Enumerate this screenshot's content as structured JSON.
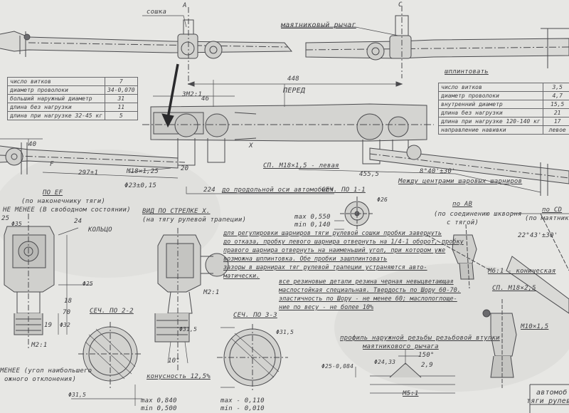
{
  "labels": {
    "soshka": "сошка",
    "a_top": "А",
    "c_top": "С",
    "pendulum_lever": "маятниковый рычаг",
    "splint": "шплинтовать",
    "front": "ПЕРЕД",
    "dim_448": "448",
    "dim_3m2": "3М2:1",
    "dim_46": "46",
    "dim_40_left": "40",
    "dim_297": "297±1",
    "dim_m18": "М18×1,25",
    "dim_23": "Φ23±0,15",
    "dim_20": "20",
    "f_mark": "F",
    "x_mark": "X",
    "sp_m18": "СП. М18×1,5 - левая",
    "dim_455": "455,5",
    "angle_8": "8°40'±30'",
    "between_centers": "Между центрами шаровых шарниров",
    "axis_224": "224",
    "long_axis": "до продольной оси автомобиля",
    "sec_11": "СЕЧ. ПО 1-1",
    "dim_26": "Φ26",
    "ef_title": "ПО EF",
    "ef_sub": "(по наконечнику тяги)",
    "not_less_free": "НЕ МЕНЕЕ (В свободном состоянии)",
    "dim_25_sp": "25",
    "dim_35": "Φ35",
    "dim_24": "24",
    "ring": "КОЛЬЦО",
    "dim_25": "Φ25",
    "dim_18": "18",
    "dim_70": "70",
    "dim_19": "19",
    "dim_32": "Φ32",
    "m21_a": "М2:1",
    "view_x": "ВИД ПО СТРЕЛКЕ X.",
    "view_x_sub": "(на тягу рулевой трапеции)",
    "max_0550": "max 0,550",
    "min_0140": "min 0,140",
    "m21_b": "М2:1",
    "ab_title": "по АВ",
    "ab_sub1": "(по соединению шкворня",
    "ab_sub2": "с тягой)",
    "cd_title": "по СD",
    "cd_sub": "(по маятнико",
    "angle_22": "22°43'±30'",
    "m6_conic": "М6:1 - коническая",
    "sp_m18_25": "СП. М18×2,5",
    "m10_15": "М10×1,5",
    "sec_22": "СЕЧ. ПО 2-2",
    "sec_33": "СЕЧ. ПО 3-3",
    "dim_315_a": "Φ31,5",
    "dim_315_b": "Φ31,5",
    "dim_10deg": "10°",
    "conicity": "конусность 12,5%",
    "min_deflection_1": "МЕНЕЕ (угол наибольшего",
    "min_deflection_2": "ожного отклонения)",
    "dim_315_c": "Φ31,5",
    "max_0840": "max 0,840",
    "min_0500": "min 0,500",
    "max_0110": "max - 0,110",
    "min_0010": "min - 0,010",
    "profile_1": "профиль наружной резьбы резьбовой втулки",
    "profile_2": "маятникового рычага",
    "dim_2505": "Φ25-0,084",
    "dim_2433": "Φ24,33",
    "angle_150": "150°",
    "dim_29": "2,9",
    "m51": "М5:1",
    "title_block_1": "автомоб",
    "title_block_2": "тяги рулев"
  },
  "spring_left": [
    {
      "label": "число витков",
      "value": "7"
    },
    {
      "label": "диаметр проволоки",
      "value": "34-0,070"
    },
    {
      "label": "больший наружный диаметр",
      "value": "31"
    },
    {
      "label": "длина без нагрузки",
      "value": "11"
    },
    {
      "label": "длина при нагрузке 32-45 кг",
      "value": "5"
    }
  ],
  "spring_right": [
    {
      "label": "число витков",
      "value": "3,5"
    },
    {
      "label": "диаметр проволоки",
      "value": "4,7"
    },
    {
      "label": "внутренний диаметр",
      "value": "15,5"
    },
    {
      "label": "длина без нагрузки",
      "value": "21"
    },
    {
      "label": "длина при нагрузке 120-140 кг",
      "value": "17"
    },
    {
      "label": "направление навивки",
      "value": "левое"
    }
  ],
  "note1": [
    "для регулировки шарниров тяги рулевой сошки пробки завернуть",
    "до отказа, пробку левого шарнира отвернуть на 1/4-1 оборот, пробку",
    "правого шарнира отвернуть на наименьший угол, при котором уже",
    "возможна шплинтовка. Обе пробки зашплинтовать",
    "зазоры в шарнирах тяг рулевой трапеции устраняются авто-",
    "матически."
  ],
  "note2": [
    "все резиновые детали резина черная невыцветающая",
    "маслостойкая специальная. Твердость по Шору 60-70.",
    "эластичность по Шору - не менее 60; маслопоглоще-",
    "ние по весу - не более 10%"
  ],
  "colors": {
    "paper": "#e7e7e4",
    "ink": "#3a3a3c",
    "pointer": "#2a2a2c"
  }
}
